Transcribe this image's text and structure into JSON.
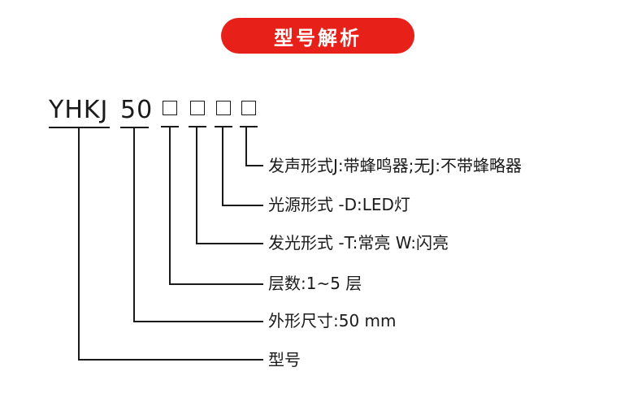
{
  "title": "型号解析",
  "code": {
    "prefix": "YHKJ",
    "size": "50",
    "placeholders": [
      "□",
      "□",
      "□",
      "□"
    ]
  },
  "items": [
    {
      "label": "发声形式J:带蜂鸣器;无J:不带蜂略器"
    },
    {
      "label": "光源形式 -D:LED灯"
    },
    {
      "label": "发光形式 -T:常亮 W:闪亮"
    },
    {
      "label": "层数:1~5 层"
    },
    {
      "label": "外形尺寸:50 mm"
    },
    {
      "label": "型号"
    }
  ]
}
